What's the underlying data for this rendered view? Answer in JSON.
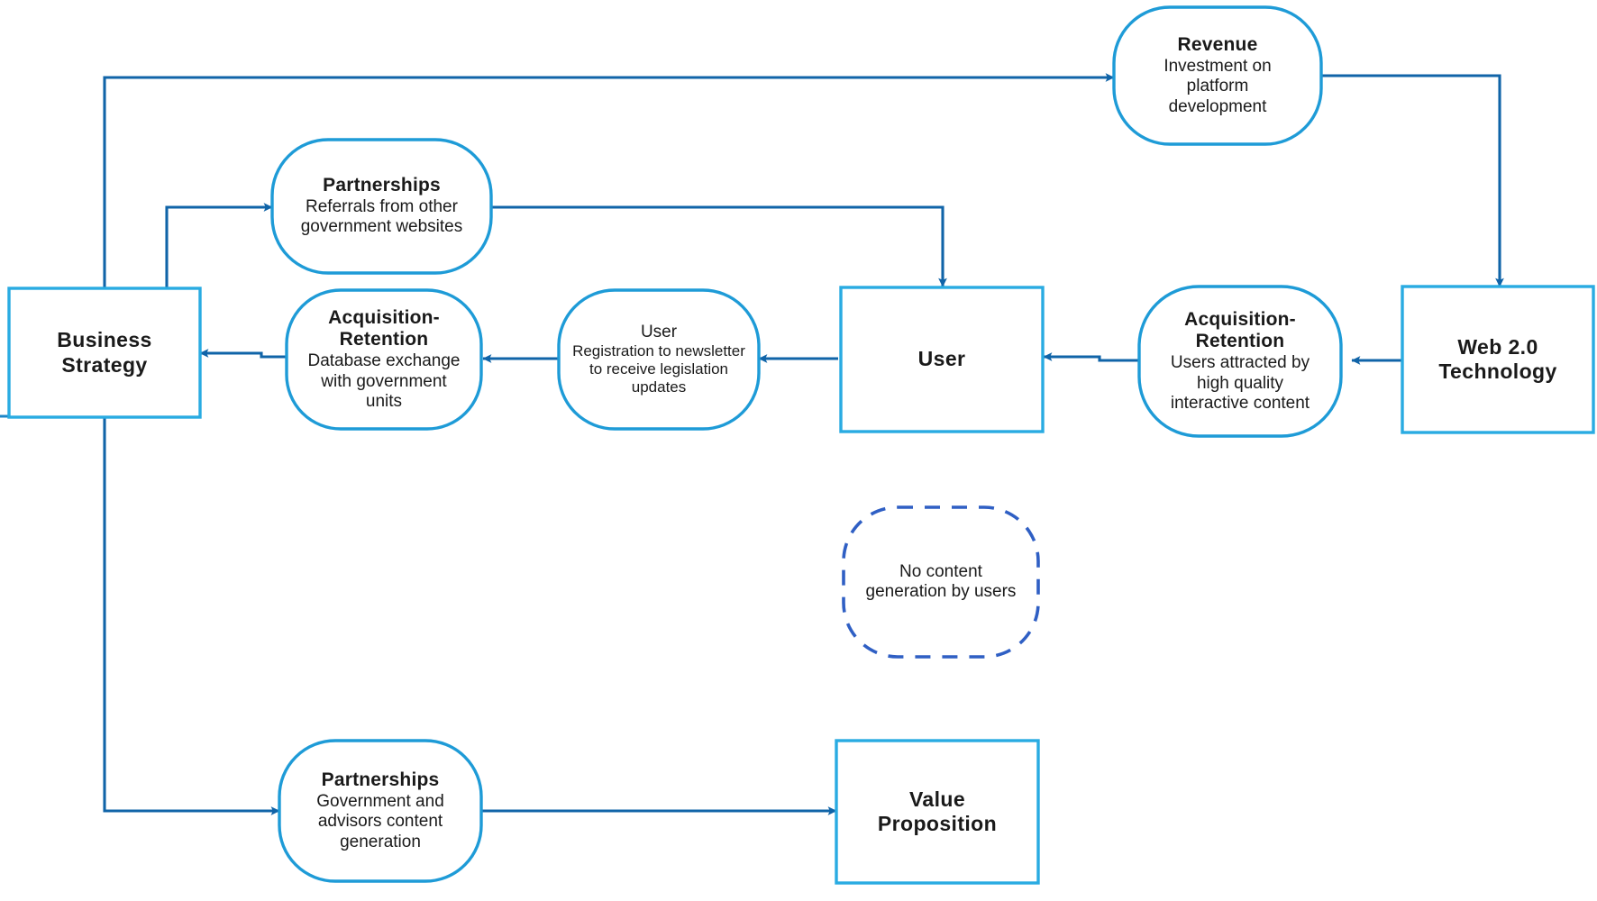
{
  "diagram": {
    "title": "Business model flow diagram",
    "colors": {
      "node_stroke_light": "#29ABE2",
      "node_stroke_rounded": "#1E9BD7",
      "connector": "#1064A8",
      "connector_light": "#1C86C8",
      "dashed_stroke": "#2F5FC4",
      "text": "#1a1a1a",
      "background": "#ffffff"
    },
    "nodes": [
      {
        "id": "business-strategy",
        "shape": "rect",
        "title": "Business",
        "title2": "Strategy",
        "lines": []
      },
      {
        "id": "revenue",
        "shape": "rounded",
        "title": "Revenue",
        "lines": [
          "Investment on",
          "platform",
          "development"
        ]
      },
      {
        "id": "partnerships-referrals",
        "shape": "rounded",
        "title": "Partnerships",
        "lines": [
          "Referrals from other",
          "government websites"
        ]
      },
      {
        "id": "acquisition-retention-database",
        "shape": "rounded",
        "title": "Acquisition-",
        "title2": "Retention",
        "lines": [
          "Database exchange",
          "with government",
          "units"
        ]
      },
      {
        "id": "user-registration",
        "shape": "rounded",
        "title_plain": "User",
        "lines": [
          "Registration to newsletter",
          "to receive legislation",
          "updates"
        ]
      },
      {
        "id": "user",
        "shape": "rect",
        "title": "User",
        "lines": []
      },
      {
        "id": "acquisition-retention-content",
        "shape": "rounded",
        "title": "Acquisition-",
        "title2": "Retention",
        "lines": [
          "Users attracted by",
          "high quality",
          "interactive content"
        ]
      },
      {
        "id": "web-technology",
        "shape": "rect",
        "title": "Web 2.0",
        "title2": "Technology",
        "lines": []
      },
      {
        "id": "no-content-generation",
        "shape": "rounded-dashed",
        "lines": [
          "No content",
          "generation by users"
        ]
      },
      {
        "id": "partnerships-content",
        "shape": "rounded",
        "title": "Partnerships",
        "lines": [
          "Government and",
          "advisors content",
          "generation"
        ]
      },
      {
        "id": "value-proposition",
        "shape": "rect",
        "title": "Value",
        "title2": "Proposition",
        "lines": []
      }
    ],
    "labels": {
      "business_strategy_l1": "Business",
      "business_strategy_l2": "Strategy",
      "revenue_title": "Revenue",
      "revenue_l1": "Investment on",
      "revenue_l2": "platform",
      "revenue_l3": "development",
      "partnerships_ref_title": "Partnerships",
      "partnerships_ref_l1": "Referrals from other",
      "partnerships_ref_l2": "government websites",
      "acq_db_title1": "Acquisition-",
      "acq_db_title2": "Retention",
      "acq_db_l1": "Database exchange",
      "acq_db_l2": "with government",
      "acq_db_l3": "units",
      "user_reg_title": "User",
      "user_reg_l1": "Registration to newsletter",
      "user_reg_l2": "to receive legislation",
      "user_reg_l3": "updates",
      "user_title": "User",
      "acq_content_title1": "Acquisition-",
      "acq_content_title2": "Retention",
      "acq_content_l1": "Users attracted by",
      "acq_content_l2": "high quality",
      "acq_content_l3": "interactive content",
      "web_tech_l1": "Web 2.0",
      "web_tech_l2": "Technology",
      "no_content_l1": "No content",
      "no_content_l2": "generation by users",
      "partnerships_gen_title": "Partnerships",
      "partnerships_gen_l1": "Government and",
      "partnerships_gen_l2": "advisors content",
      "partnerships_gen_l3": "generation",
      "value_prop_l1": "Value",
      "value_prop_l2": "Proposition"
    },
    "edges": [
      {
        "id": "business-strategy-to-revenue",
        "from": "business-strategy",
        "to": "revenue"
      },
      {
        "id": "revenue-to-web-technology",
        "from": "revenue",
        "to": "web-technology"
      },
      {
        "id": "web-technology-to-acquisition-content",
        "from": "web-technology",
        "to": "acquisition-retention-content"
      },
      {
        "id": "acquisition-content-to-user",
        "from": "acquisition-retention-content",
        "to": "user"
      },
      {
        "id": "user-to-user-registration",
        "from": "user",
        "to": "user-registration"
      },
      {
        "id": "user-registration-to-acquisition-database",
        "from": "user-registration",
        "to": "acquisition-retention-database"
      },
      {
        "id": "acquisition-database-to-business-strategy",
        "from": "acquisition-retention-database",
        "to": "business-strategy"
      },
      {
        "id": "business-strategy-to-partnerships-referrals",
        "from": "business-strategy",
        "to": "partnerships-referrals"
      },
      {
        "id": "partnerships-referrals-to-user",
        "from": "partnerships-referrals",
        "to": "user"
      },
      {
        "id": "business-strategy-to-partnerships-content",
        "from": "business-strategy",
        "to": "partnerships-content"
      },
      {
        "id": "partnerships-content-to-value-proposition",
        "from": "partnerships-content",
        "to": "value-proposition"
      }
    ]
  }
}
